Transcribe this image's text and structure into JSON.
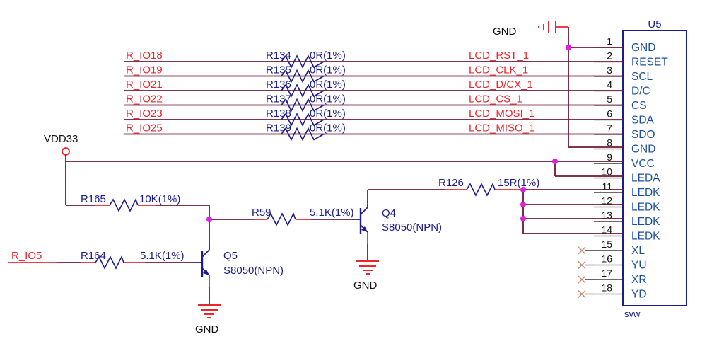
{
  "ground": {
    "top_label": "GND",
    "q5_label": "GND",
    "q4_label": "GND"
  },
  "power": {
    "label": "VDD33"
  },
  "connector": {
    "ref": "U5",
    "footer": "svw",
    "pins": [
      {
        "num": "1",
        "name": "GND"
      },
      {
        "num": "2",
        "name": "RESET"
      },
      {
        "num": "3",
        "name": "SCL"
      },
      {
        "num": "4",
        "name": "D/C"
      },
      {
        "num": "5",
        "name": "CS"
      },
      {
        "num": "6",
        "name": "SDA"
      },
      {
        "num": "7",
        "name": "SDO"
      },
      {
        "num": "8",
        "name": "GND"
      },
      {
        "num": "9",
        "name": "VCC"
      },
      {
        "num": "10",
        "name": "LEDA"
      },
      {
        "num": "11",
        "name": "LEDK"
      },
      {
        "num": "12",
        "name": "LEDK"
      },
      {
        "num": "13",
        "name": "LEDK"
      },
      {
        "num": "14",
        "name": "LEDK"
      },
      {
        "num": "15",
        "name": "XL"
      },
      {
        "num": "16",
        "name": "YU"
      },
      {
        "num": "17",
        "name": "XR"
      },
      {
        "num": "18",
        "name": "YD"
      }
    ]
  },
  "signal_lines": [
    {
      "net_in": "R_IO18",
      "ref": "R134",
      "value": "0R(1%)",
      "net_out": "LCD_RST_1"
    },
    {
      "net_in": "R_IO19",
      "ref": "R135",
      "value": "0R(1%)",
      "net_out": "LCD_CLK_1"
    },
    {
      "net_in": "R_IO21",
      "ref": "R136",
      "value": "0R(1%)",
      "net_out": "LCD_D/CX_1"
    },
    {
      "net_in": "R_IO22",
      "ref": "R137",
      "value": "0R(1%)",
      "net_out": "LCD_CS_1"
    },
    {
      "net_in": "R_IO23",
      "ref": "R138",
      "value": "0R(1%)",
      "net_out": "LCD_MOSI_1"
    },
    {
      "net_in": "R_IO25",
      "ref": "R139",
      "value": "0R(1%)",
      "net_out": "LCD_MISO_1"
    }
  ],
  "resistors": {
    "r165": {
      "ref": "R165",
      "value": "10K(1%)"
    },
    "r59": {
      "ref": "R59",
      "value": "5.1K(1%)"
    },
    "r164": {
      "ref": "R164",
      "value": "5.1K(1%)"
    },
    "r126": {
      "ref": "R126",
      "value": "15R(1%)"
    }
  },
  "transistors": {
    "q4": {
      "ref": "Q4",
      "part": "S8050(NPN)"
    },
    "q5": {
      "ref": "Q5",
      "part": "S8050(NPN)"
    }
  },
  "inputs": {
    "r_io5": "R_IO5"
  },
  "colors": {
    "net_label": "#e8262b",
    "wire": "#6b1836",
    "component": "#1c1c8c",
    "pin_name": "#1c4f9e",
    "junction": "#e020e0"
  }
}
